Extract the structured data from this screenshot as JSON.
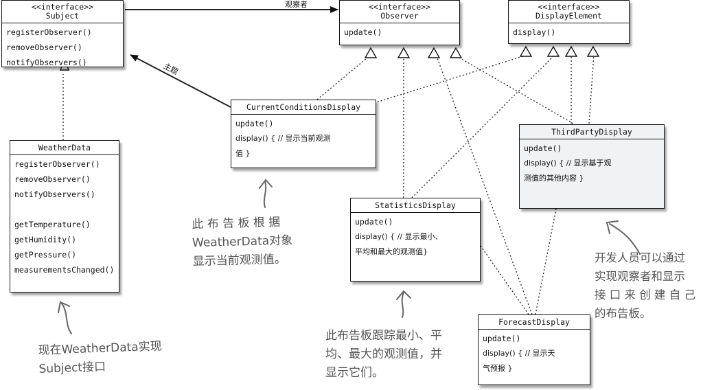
{
  "edge_labels": {
    "observer_link": "观察者",
    "subject_link": "主题"
  },
  "classes": {
    "subject": {
      "stereotype": "<<interface>>",
      "name": "Subject",
      "ops": [
        "registerObserver()",
        "removeObserver()",
        "notifyObservers()"
      ]
    },
    "observer": {
      "stereotype": "<<interface>>",
      "name": "Observer",
      "ops": [
        "update()"
      ]
    },
    "display_element": {
      "stereotype": "<<interface>>",
      "name": "DisplayElement",
      "ops": [
        "display()"
      ]
    },
    "current_conditions": {
      "name": "CurrentConditionsDisplay",
      "ops": [
        "update()",
        "display() { // 显示当前观测",
        "值 }"
      ]
    },
    "third_party": {
      "name": "ThirdPartyDisplay",
      "ops": [
        "update()",
        "display() { // 显示基于观",
        "测值的其他内容 }"
      ]
    },
    "weather_data": {
      "name": "WeatherData",
      "ops": [
        "registerObserver()",
        "removeObserver()",
        "notifyObservers()"
      ],
      "ops2": [
        "getTemperature()",
        "getHumidity()",
        "getPressure()",
        "measurementsChanged()"
      ]
    },
    "statistics": {
      "name": "StatisticsDisplay",
      "ops": [
        "update()",
        "display() { // 显示最小、",
        "平均和最大的观测值}"
      ]
    },
    "forecast": {
      "name": "ForecastDisplay",
      "ops": [
        "update()",
        "display() { // 显示天",
        "气预报 }"
      ]
    }
  },
  "notes": {
    "current_note": [
      "此 布 告 板 根 据",
      "WeatherData对象",
      "显示当前观测值。"
    ],
    "weather_note": [
      "现在WeatherData实现",
      "Subject接口"
    ],
    "stats_note": [
      "此布告板跟踪最小、平",
      "均、最大的观测值，并",
      "显示它们。"
    ],
    "thirdparty_note": [
      "开发人员可以通过",
      "实现观察者和显示",
      "接 口 来 创 建 自 己",
      "的布告板。"
    ]
  }
}
